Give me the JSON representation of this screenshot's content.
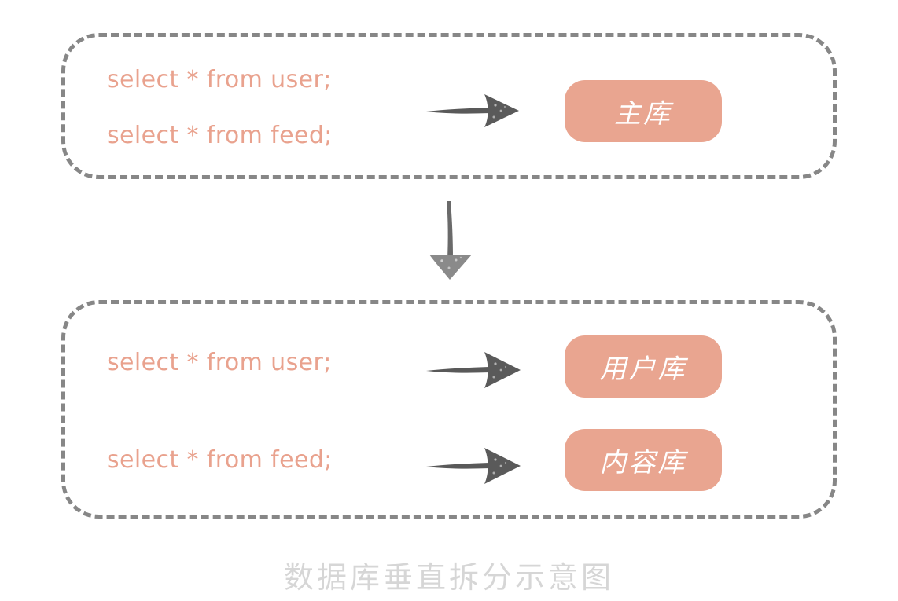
{
  "caption": "数据库垂直拆分示意图",
  "colors": {
    "sql_text": "#e9a28e",
    "pill_fill": "#e9a590",
    "pill_label": "#ffffff",
    "dashed_border": "#878787",
    "arrow": "#595959",
    "caption": "#d6d6d6",
    "background": "#ffffff"
  },
  "groups": {
    "before": {
      "name": "before-split",
      "statements": [
        {
          "sql": "select * from user;"
        },
        {
          "sql": "select * from feed;"
        }
      ],
      "databases": [
        {
          "label": "主库"
        }
      ],
      "arrow": {
        "icon": "arrow-right-icon",
        "direction": "right"
      }
    },
    "after": {
      "name": "after-split",
      "rows": [
        {
          "sql": "select * from user;",
          "arrow": {
            "icon": "arrow-right-icon",
            "direction": "right"
          },
          "database": {
            "label": "用户库"
          }
        },
        {
          "sql": "select * from feed;",
          "arrow": {
            "icon": "arrow-right-icon",
            "direction": "right"
          },
          "database": {
            "label": "内容库"
          }
        }
      ]
    }
  },
  "split_arrow": {
    "icon": "arrow-down-icon",
    "direction": "down"
  }
}
